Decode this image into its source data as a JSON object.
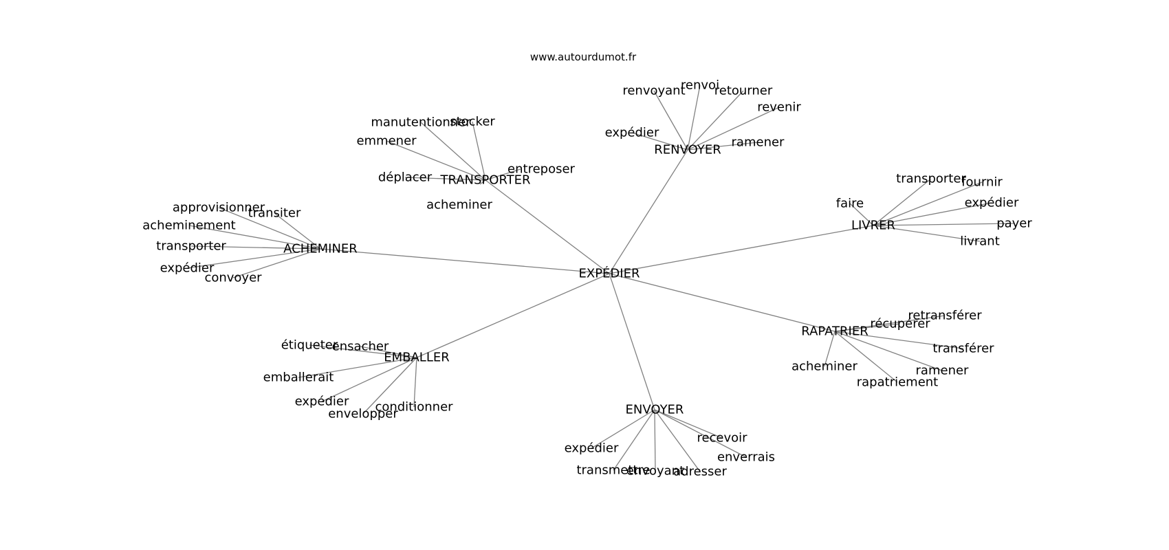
{
  "site_label": "www.autourdumot.fr",
  "colors": {
    "edge": "#808080",
    "text": "#000000",
    "background": "#ffffff"
  },
  "graph": {
    "center": "EXPÉDIER",
    "hubs": [
      {
        "id": "renvoyer",
        "label": "RENVOYER",
        "leaves": [
          "expédier",
          "renvoyant",
          "renvoi",
          "retourner",
          "revenir",
          "ramener"
        ]
      },
      {
        "id": "transporter",
        "label": "TRANSPORTER",
        "leaves": [
          "manutentionner",
          "stocker",
          "emmener",
          "déplacer",
          "entreposer",
          "acheminer"
        ]
      },
      {
        "id": "livrer",
        "label": "LIVRER",
        "leaves": [
          "faire",
          "transporter",
          "fournir",
          "expédier",
          "payer",
          "livrant"
        ]
      },
      {
        "id": "acheminer",
        "label": "ACHEMINER",
        "leaves": [
          "approvisionner",
          "transiter",
          "acheminement",
          "transporter",
          "expédier",
          "convoyer"
        ]
      },
      {
        "id": "rapatrier",
        "label": "RAPATRIER",
        "leaves": [
          "retransférer",
          "récupérer",
          "transférer",
          "acheminer",
          "ramener",
          "rapatriement"
        ]
      },
      {
        "id": "emballer",
        "label": "EMBALLER",
        "leaves": [
          "étiqueter",
          "ensacher",
          "emballerait",
          "expédier",
          "conditionner",
          "envelopper"
        ]
      },
      {
        "id": "envoyer",
        "label": "ENVOYER",
        "leaves": [
          "recevoir",
          "enverrais",
          "expédier",
          "transmettre",
          "envoyant",
          "adresser"
        ]
      }
    ]
  }
}
